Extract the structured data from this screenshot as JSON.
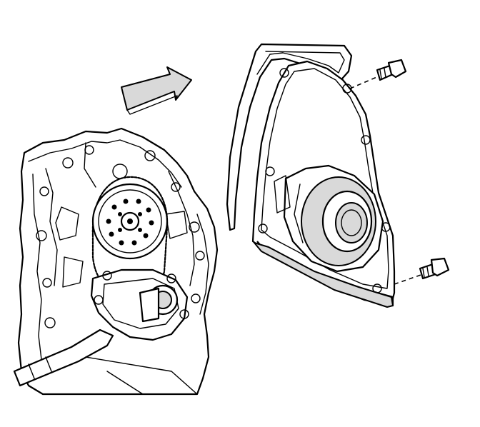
{
  "diagram": {
    "background": "#ffffff",
    "line_color": "#000000",
    "shade_color": "#d9d9d9",
    "parts": [
      "engine-block",
      "timing-chain",
      "camshaft-sprocket",
      "oil-pump",
      "front-cover-gasket",
      "engine-front-cover",
      "crankshaft-front-oil-seal",
      "front-cover-bolt"
    ]
  }
}
